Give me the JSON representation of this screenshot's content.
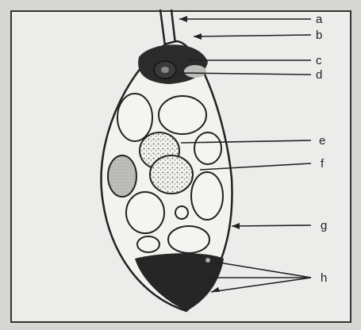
{
  "diagram": {
    "labels": {
      "a": "a",
      "b": "b",
      "c": "c",
      "d": "d",
      "e": "e",
      "f": "f",
      "g": "g",
      "h": "h"
    }
  }
}
